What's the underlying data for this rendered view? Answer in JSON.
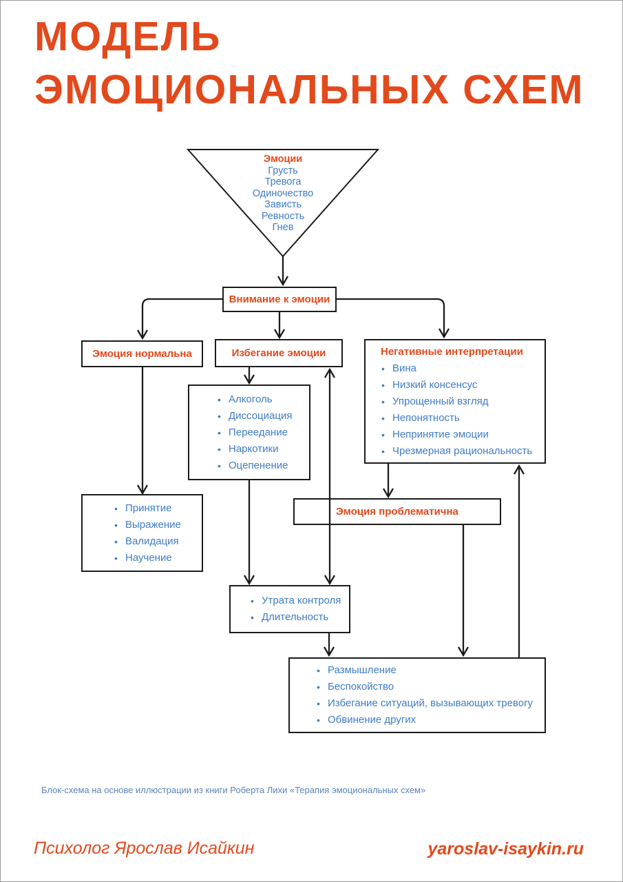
{
  "colors": {
    "accent_orange": "#E2491C",
    "text_blue": "#3E7CC5",
    "muted_blue": "#5B83B8",
    "line_dark": "#1B1B1B"
  },
  "page": {
    "title_line1": "МОДЕЛЬ",
    "title_line2": "ЭМОЦИОНАЛЬНЫХ СХЕМ",
    "footnote": "Блок-схема на основе иллюстрации из книги Роберта Лихи «Терапия эмоциональных схем»",
    "author": "Психолог Ярослав Исайкин",
    "website": "yaroslav-isaykin.ru"
  },
  "funnel": {
    "title": "Эмоции",
    "items": [
      "Грусть",
      "Тревога",
      "Одиночество",
      "Зависть",
      "Ревность",
      "Гнев"
    ]
  },
  "nodes": {
    "attention": {
      "label": "Внимание к эмоции"
    },
    "normal": {
      "label": "Эмоция нормальна"
    },
    "avoidance": {
      "label": "Избегание эмоции"
    },
    "problematic": {
      "label": "Эмоция проблематична"
    },
    "negative": {
      "title": "Негативные интерпретации",
      "items": [
        "Вина",
        "Низкий консенсус",
        "Упрощенный взгляд",
        "Непонятность",
        "Непринятие эмоции",
        "Чрезмерная рациональность"
      ]
    },
    "strategies": {
      "items": [
        "Алкоголь",
        "Диссоциация",
        "Переедание",
        "Наркотики",
        "Оцепенение"
      ]
    },
    "acceptance": {
      "items": [
        "Принятие",
        "Выражение",
        "Валидация",
        "Научение"
      ]
    },
    "control": {
      "items": [
        "Утрата контроля",
        "Длительность"
      ]
    },
    "rumination": {
      "items": [
        "Размышление",
        "Беспокойство",
        "Избегание ситуаций, вызывающих тревогу",
        "Обвинение других"
      ]
    }
  }
}
